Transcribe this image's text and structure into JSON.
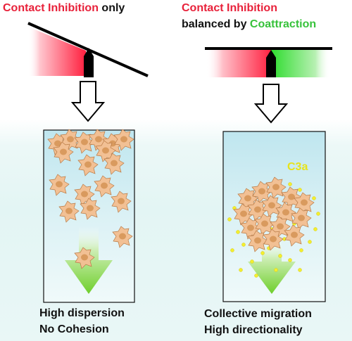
{
  "left_panel": {
    "title_red": "Contact Inhibition",
    "title_black": " only",
    "caption_line1": "High dispersion",
    "caption_line2": "No Cohesion"
  },
  "right_panel": {
    "title_red": "Contact Inhibition",
    "title_black": "balanced by ",
    "title_green": "Coattraction",
    "signal_label": "C3a",
    "caption_line1": "Collective migration",
    "caption_line2": "High directionality"
  },
  "colors": {
    "inhibition_red": "#e8213a",
    "coattraction_green": "#37c23b",
    "cell_fill": "#f2c094",
    "cell_nucleus": "#d99a5e",
    "chamber_fill": "#d2eef3",
    "migration_arrow_green": "#7fd33a",
    "c3a_yellow": "#f3ef2e"
  }
}
